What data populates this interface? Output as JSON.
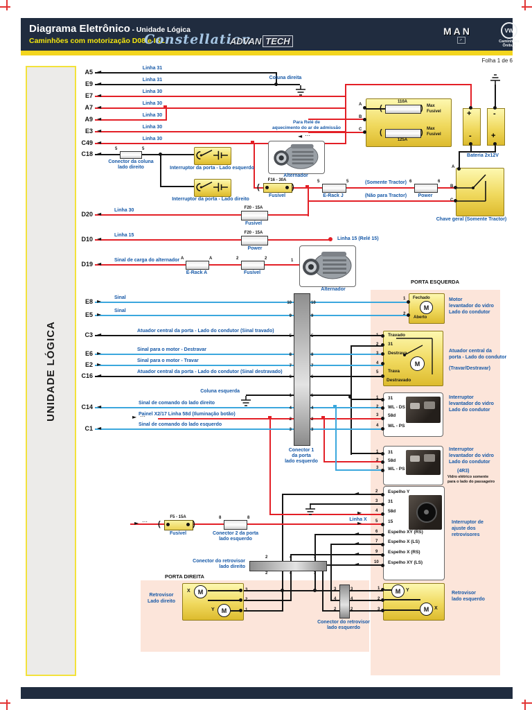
{
  "header": {
    "title": "Diagrama Eletrônico",
    "sep": " - ",
    "suffix": "Unidade Lógica",
    "subtitle": "Caminhões com motorização D08 e ISL",
    "script": "Constellation",
    "tech_a": "ADVAN",
    "tech_b": "TECH",
    "man": "MAN",
    "vw": "VW",
    "vw_cap1": "Caminhões",
    "vw_cap2": "Ônibus"
  },
  "folio": "Folha 1 de 6",
  "unit": "UNIDADE LÓGICA",
  "icons": {
    "arrow_left": "◄",
    "arrow_right": "►",
    "dots": "⋯",
    "plus": "+",
    "minus": "-",
    "motor": "M",
    "cap_l": "(",
    "cap_r": ")"
  },
  "rows": [
    {
      "pin": "A5",
      "label": "Linha 31"
    },
    {
      "pin": "E9",
      "label": "Linha 31"
    },
    {
      "pin": "E7",
      "label": "Linha 30"
    },
    {
      "pin": "A7",
      "label": "Linha 30"
    },
    {
      "pin": "A9",
      "label": "Linha 30"
    },
    {
      "pin": "E3",
      "label": "Linha 30"
    },
    {
      "pin": "C49",
      "label": "Linha 30"
    },
    {
      "pin": "C18",
      "label": ""
    },
    {
      "pin": "D20",
      "label": "Linha 30"
    },
    {
      "pin": "D10",
      "label": "Linha 15"
    },
    {
      "pin": "D19",
      "label": "Sinal de carga do alternador"
    },
    {
      "pin": "E8",
      "label": "Sinal"
    },
    {
      "pin": "E5",
      "label": "Sinal"
    },
    {
      "pin": "C3",
      "label": "Atuador central da porta - Lado do condutor (Sinal travado)"
    },
    {
      "pin": "E6",
      "label": "Sinal para o motor - Destravar"
    },
    {
      "pin": "E2",
      "label": "Sinal para o motor - Travar"
    },
    {
      "pin": "C16",
      "label": "Atuador central da porta - Lado do condutor (Sinal destravado)"
    },
    {
      "pin": "C14",
      "label": "Sinal de comando do lado direito"
    },
    {
      "pin": "",
      "label": "Painel X2/17  Linha 58d (Iluminação botão)"
    },
    {
      "pin": "C1",
      "label": "Sinal de comando do lado esquerdo"
    }
  ],
  "labels": {
    "coluna_direita": "Coluna direita",
    "coluna_esquerda": "Coluna esquerda",
    "para_rele_1": "Para Relé de",
    "para_rele_2": "aquecimento do ar de admissão",
    "alternador": "Alternador",
    "bateria": "Bateria 2x12V",
    "max1": "Max",
    "max2": "Fusível",
    "fuse_110": "110A",
    "fuse_125": "125A",
    "f16": "F16 - 30A",
    "fusivel": "Fusível",
    "erack_j": "E-Rack J",
    "somente_tractor": "(Somente Tractor)",
    "nao_tractor": "(Não para Tractor)",
    "power": "Power",
    "chave_geral": "Chave geral (Somente Tractor)",
    "f20": "F20 - 15A",
    "linha15_rele": "Linha 15 (Relé 15)",
    "erack_a": "E-Rack A",
    "conector_coluna_1": "Conector da coluna",
    "conector_coluna_2": "lado direito",
    "int_porta_esq": "Interruptor da porta - Lado esquerdo",
    "int_porta_dir": "Interruptor da porta - Lado direito",
    "f5": "F5 - 15A",
    "conector2_1": "Conector 2 da porta",
    "conector2_2": "lado esquerdo",
    "linha_x": "Linha X",
    "conector_retro_dir_1": "Conector do retrovisor",
    "conector_retro_dir_2": "lado direito",
    "conector_retro_esq_1": "Conector do retrovisor",
    "conector_retro_esq_2": "lado esquerdo",
    "conector1_1": "Conector 1",
    "conector1_2": "da porta",
    "conector1_3": "lado esquerdo",
    "porta_esquerda": "PORTA ESQUERDA",
    "porta_direita": "PORTA DIREITA"
  },
  "boxes": {
    "motor": {
      "fechado": "Fechado",
      "aberto": "Aberto",
      "label1": "Motor",
      "label2": "levantador do vidro",
      "label3": "Lado do condutor",
      "pins": [
        "1",
        "2"
      ]
    },
    "atuador": {
      "travado": "Travado",
      "t31": "31",
      "destrava": "Destrava",
      "trava": "Trava",
      "destravado": "Destravado",
      "pins": [
        "1",
        "2",
        "3",
        "4",
        "5"
      ],
      "label1": "Atuador central da",
      "label2": "porta - Lado do condutor",
      "label3": "(Travar/Destravar)"
    },
    "int1": {
      "pins": [
        "1",
        "2",
        "3",
        "4"
      ],
      "rows": [
        "31",
        "WL - DS",
        "58d",
        "WL - PS"
      ],
      "label1": "Interruptor",
      "label2": "levantador do vidro",
      "label3": "Lado do condutor"
    },
    "int2": {
      "pins": [
        "1",
        "2",
        "3"
      ],
      "rows": [
        "31",
        "58d",
        "WL - PS"
      ],
      "label1": "Interruptor",
      "label2": "levantador do vidro",
      "label3": "Lado do condutor",
      "tag": "(4R3)",
      "note1": "Vidro elétrico somente",
      "note2": "para o lado do passageiro"
    },
    "espelho": {
      "pins": [
        "2",
        "3",
        "4",
        "5",
        "6",
        "7",
        "9",
        "10"
      ],
      "rows": [
        "Espelho Y",
        "31",
        "58d",
        "15",
        "Espelho XY (RS)",
        "Espelho X (LS)",
        "Espelho X (RS)",
        "Espelho XY (LS)"
      ],
      "label1": "Interruptor de",
      "label2": "ajuste dos",
      "label3": "retrovisores"
    },
    "retro_dir": {
      "pins": [
        "3",
        "2",
        "1"
      ],
      "x": "X",
      "y": "Y",
      "label1": "Retrovisor",
      "label2": "Lado direito"
    },
    "retro_esq": {
      "pins": [
        "1",
        "2",
        "3"
      ],
      "x": "X",
      "y": "Y",
      "label1": "Retrovisor",
      "label2": "lado esquerdo"
    }
  },
  "pins": {
    "c18": [
      "5",
      "5"
    ],
    "erack_j": [
      "5",
      "5"
    ],
    "power": [
      "6",
      "6"
    ],
    "erack_a": [
      "A",
      "A"
    ],
    "d19_fuse": [
      "2",
      "2"
    ],
    "alt": "1",
    "conector2": [
      "8",
      "8"
    ],
    "retro_dir_conn": [
      "2",
      "4",
      "3"
    ],
    "retro_esq_conn": [
      "3",
      "4",
      "2"
    ],
    "max_fuse": [
      "A",
      "B",
      "C"
    ],
    "chave": [
      "A",
      "B",
      "C"
    ],
    "conector1": [
      "10",
      "9",
      "5",
      "8",
      "7",
      "6",
      "1",
      "4",
      "2",
      "3"
    ]
  }
}
